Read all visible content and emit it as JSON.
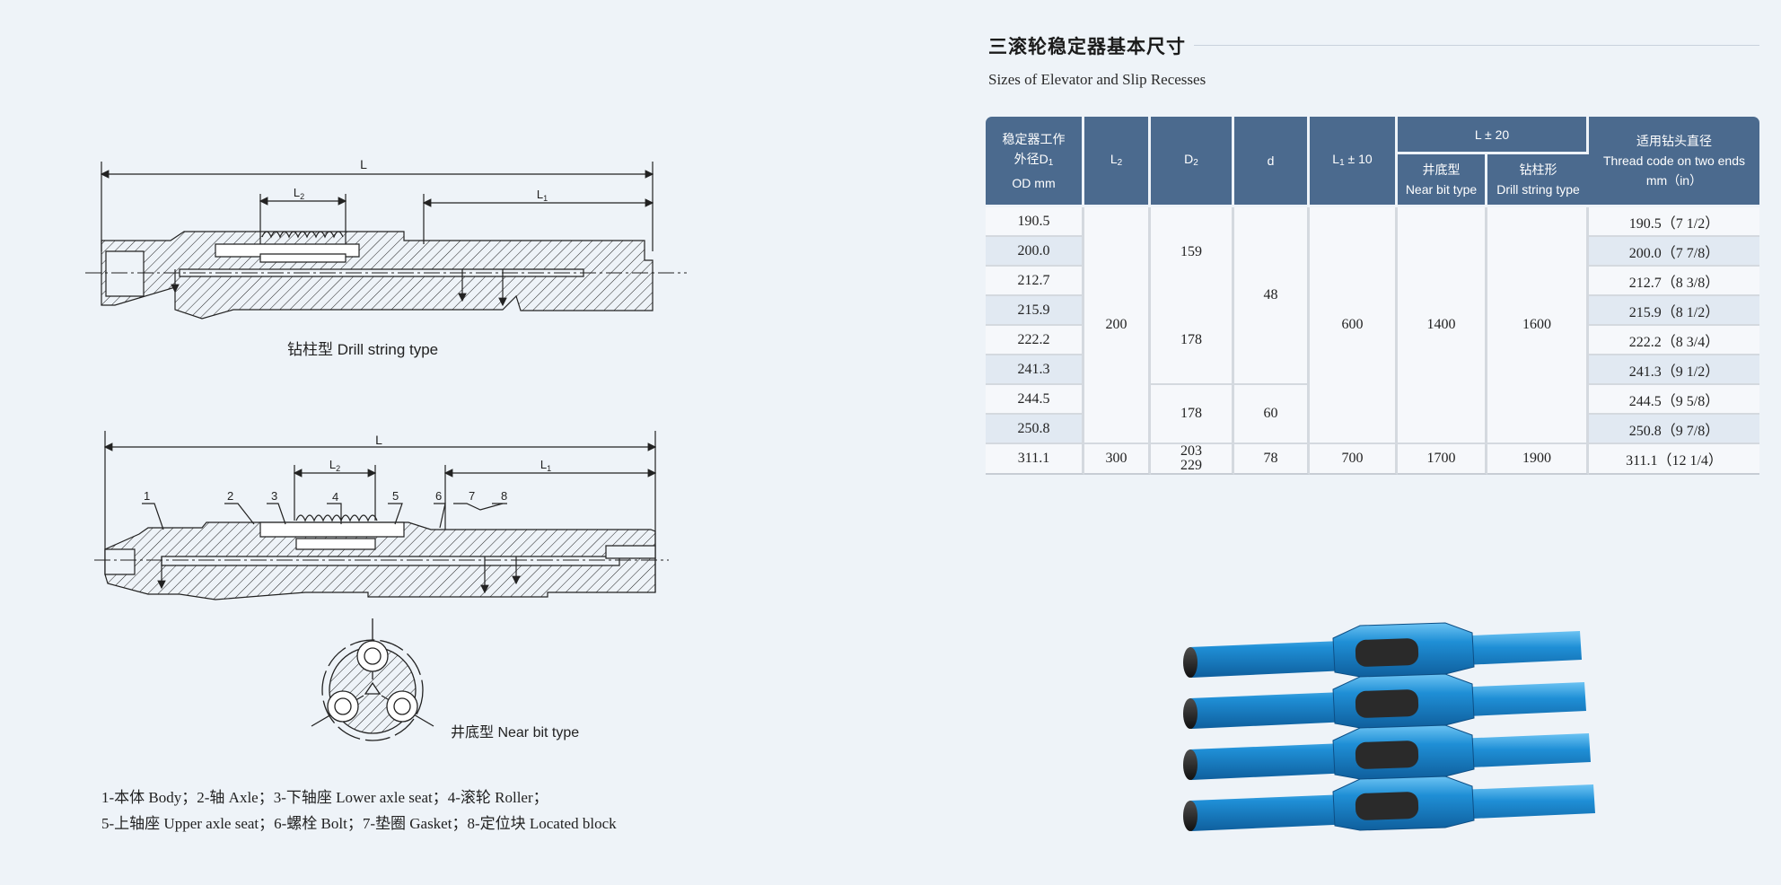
{
  "title": "三滚轮稳定器基本尺寸",
  "subtitle": "Sizes of Elevator and Slip Recesses",
  "table": {
    "headers": {
      "od_line1": "稳定器工作",
      "od_line2": "外径D",
      "od_line2_sub": "1",
      "od_line3": "OD mm",
      "l2": "L",
      "l2_sub": "2",
      "d2": "D",
      "d2_sub": "2",
      "d": "d",
      "l1": "L",
      "l1_sub": "1",
      "l1_tol": "± 10",
      "l_group": "L ± 20",
      "near_bit_cn": "井底型",
      "near_bit_en": "Near bit type",
      "drill_string_cn": "钻柱形",
      "drill_string_en": "Drill string type",
      "thread_cn": "适用钻头直径",
      "thread_en1": "Thread code on two ends",
      "thread_en2": "mm（in）"
    },
    "od_values": [
      "190.5",
      "200.0",
      "212.7",
      "215.9",
      "222.2",
      "241.3",
      "244.5",
      "250.8",
      "311.1"
    ],
    "thread_values": [
      "190.5（7 1/2）",
      "200.0（7 7/8）",
      "212.7（8 3/8）",
      "215.9（8 1/2）",
      "222.2（8 3/4）",
      "241.3（9 1/2）",
      "244.5（9 5/8）",
      "250.8（9 7/8）",
      "311.1（12 1/4）"
    ],
    "merged": {
      "l2_main": "200",
      "d2_a": "159",
      "d2_b": "178",
      "d2_c": "178",
      "d_a": "48",
      "d_b": "60",
      "l1_main": "600",
      "near_main": "1400",
      "drill_main": "1600"
    },
    "last_row": {
      "l2": "300",
      "d2_line1": "203",
      "d2_line2": "229",
      "d": "78",
      "l1": "700",
      "near": "1700",
      "drill": "1900"
    }
  },
  "drawings": {
    "drill_label_L": "L",
    "drill_label_L2": "L",
    "drill_label_L1": "L",
    "sub2": "2",
    "sub1": "1",
    "near_label_L": "L",
    "parts": [
      "1",
      "2",
      "3",
      "4",
      "5",
      "6",
      "7",
      "8"
    ],
    "drill_caption": "钻柱型  Drill string type",
    "near_caption": "井底型  Near  bit  type"
  },
  "legend": {
    "line1": "1-本体 Body；2-轴  Axle；3-下轴座  Lower axle seat；4-滚轮  Roller；",
    "line2": "5-上轴座  Upper axle seat；6-螺栓  Bolt；7-垫圈  Gasket；8-定位块  Located block"
  },
  "colors": {
    "header_bg": "#4b6a8e",
    "alt_row": "#e1e9f2",
    "stabilizer_blue": "#1f8fd6",
    "page_bg": "#eef3f8"
  }
}
